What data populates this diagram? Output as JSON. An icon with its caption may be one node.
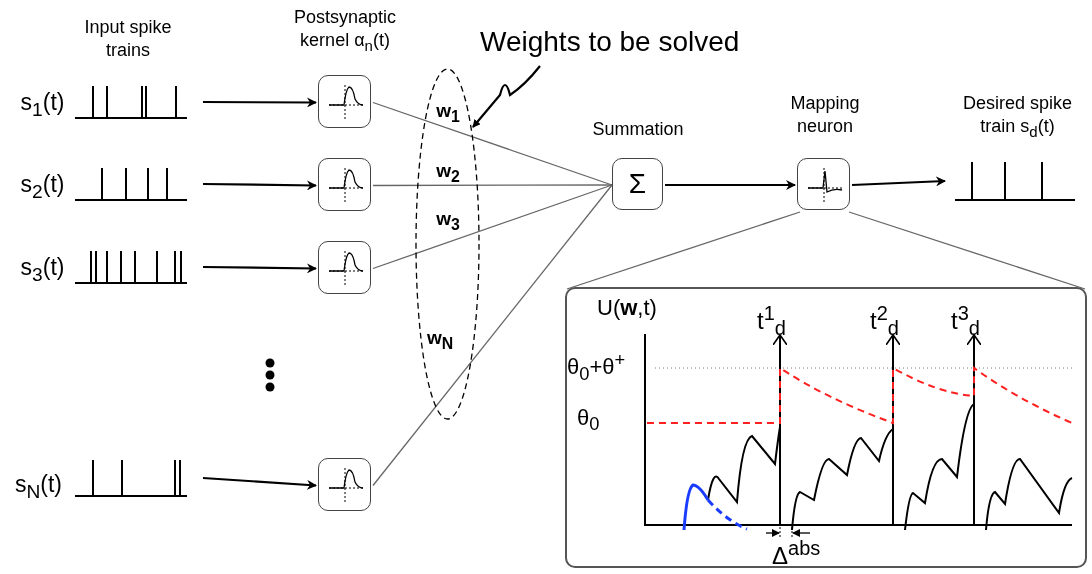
{
  "diagram": {
    "nodes": [
      {
        "text": [],
        "shape": "picture",
        "beside": [
          "s$_{1}$(t)"
        ]
      },
      {
        "text": [],
        "shape": "picture",
        "beside": [
          "s$_{2}$(t)"
        ]
      },
      {
        "text": [],
        "shape": "picture",
        "beside": [
          "s$_{3}$(t)"
        ]
      },
      {
        "text": [],
        "shape": "picture",
        "beside": [
          "s$_{N}$(t)"
        ]
      },
      {
        "text": [],
        "shape": "box"
      },
      {
        "text": [],
        "shape": "box"
      },
      {
        "text": [],
        "shape": "box"
      },
      {
        "text": [],
        "shape": "box"
      },
      {
        "text": [
          "Σ"
        ],
        "beside": [
          "Summation"
        ]
      },
      {
        "text": [],
        "shape": "box",
        "beside": [
          "Mapping neuron"
        ]
      },
      {
        "text": [],
        "shape": "picture",
        "beside": [
          "Desired spike train s$_{d}$(t)"
        ]
      },
      {
        "text": [],
        "shape": "box"
      },
      {
        "text": [
          "Weights to be solved"
        ]
      }
    ],
    "edges": [
      {
        "from": 0,
        "to": 4,
        "arrow": "to"
      },
      {
        "from": 1,
        "to": 5,
        "arrow": "to"
      },
      {
        "from": 2,
        "to": 6,
        "arrow": "to"
      },
      {
        "from": 3,
        "to": 7,
        "arrow": "to"
      },
      {
        "from": 4,
        "to": 8,
        "arrow": "none",
        "label": "w$_{1}$",
        "color": "#666666"
      },
      {
        "from": 5,
        "to": 8,
        "arrow": "none",
        "label": "w$_{2}$",
        "color": "#666666"
      },
      {
        "from": 6,
        "to": 8,
        "arrow": "none",
        "label": "w$_{3}$",
        "color": "#666666"
      },
      {
        "from": 7,
        "to": 8,
        "arrow": "none",
        "label": "w$_{N}$",
        "color": "#666666"
      },
      {
        "from": 8,
        "to": 9,
        "arrow": "to"
      },
      {
        "from": 9,
        "to": 10,
        "arrow": "to"
      },
      {
        "from": 9,
        "to": 11,
        "arrow": "none",
        "color": "#666666"
      },
      {
        "from": 9,
        "to": 11,
        "arrow": "none",
        "color": "#666666"
      },
      {
        "from": 12,
        "to": null,
        "arrow": "to"
      }
    ],
    "labels": [
      "Input spike trains",
      "Postsynaptic kernel α$_{n}$(t)",
      "U(**w**,t)",
      "θ$_{0}$+θ$^{+}$",
      "θ$_{0}$",
      "t$^{1}$$_{d}$",
      "t$^{2}$$_{d}$",
      "t$^{3}$$_{d}$",
      "Δ$^{abs}$"
    ]
  }
}
